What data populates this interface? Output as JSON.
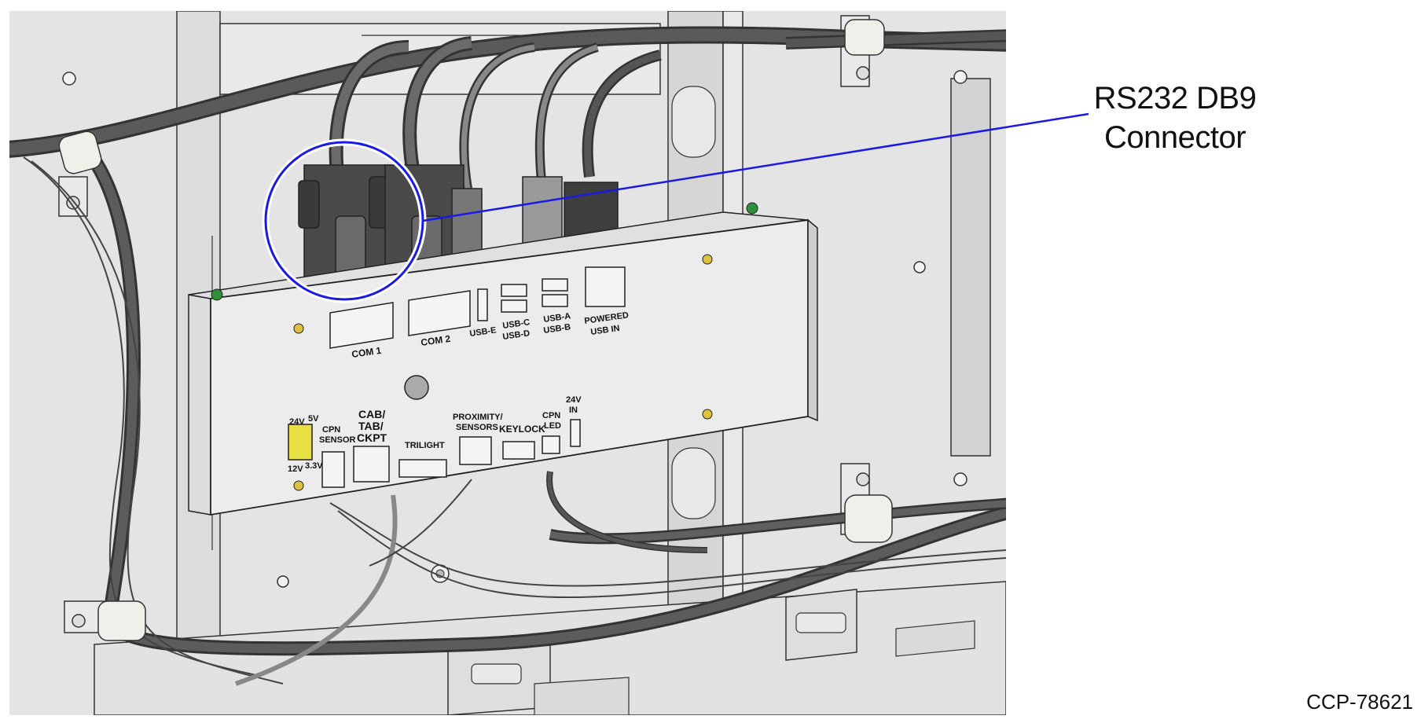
{
  "callout": {
    "line1": "RS232 DB9",
    "line2": "Connector",
    "color": "#1a1ae6"
  },
  "document_id": "CCP-78621",
  "ports": {
    "com1": "COM 1",
    "com2": "COM 2",
    "usb_e": "USB-E",
    "usb_c": "USB-C",
    "usb_d": "USB-D",
    "usb_a": "USB-A",
    "usb_b": "USB-B",
    "powered1": "POWERED",
    "powered2": "USB IN",
    "v24": "24V",
    "v5": "5V",
    "v12": "12V",
    "v33": "3.3V",
    "cpn1": "CPN",
    "cpn2": "SENSOR",
    "cab1": "CAB/",
    "cab2": "TAB/",
    "cab3": "CKPT",
    "trilight": "TRILIGHT",
    "prox1": "PROXIMITY/",
    "prox2": "SENSORS",
    "keylock": "KEYLOCK",
    "cpnled1": "CPN",
    "cpnled2": "LED",
    "in1": "24V",
    "in2": "IN"
  }
}
